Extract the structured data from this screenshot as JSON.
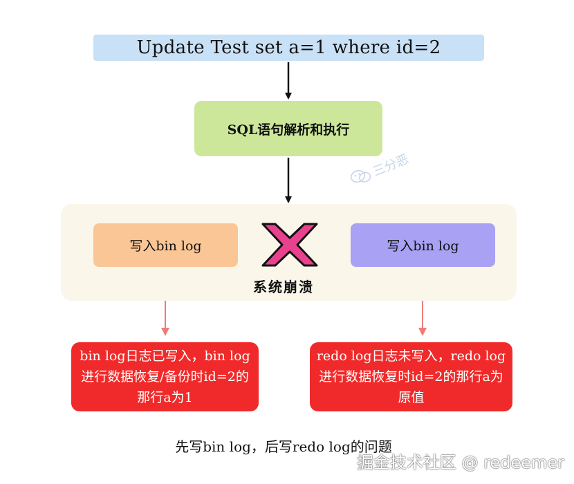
{
  "sql_statement": "Update Test set a=1 where id=2",
  "parse_step": "SQL语句解析和执行",
  "write_bin_log_first": "写入bin log",
  "write_bin_log_second": "写入bin log",
  "crash_label": "系统崩溃",
  "result_left": "bin log日志已写入，bin log进行数据恢复/备份时id=2的那行a为1",
  "result_right": "redo log日志未写入，redo log进行数据恢复时id=2的那行a为原值",
  "caption": "先写bin log，后写redo log的问题",
  "watermark_top": "三分恶",
  "watermark_bottom": "掘金技术社区 @ redeemer",
  "colors": {
    "sql_box": "#c9e1f6",
    "parse_box": "#cde79a",
    "panel": "#faf6ea",
    "write_first": "#fbc695",
    "write_second": "#a9a1f4",
    "result": "#f02a2a",
    "red_arrow": "#f07a7a",
    "cross": "#e8418e"
  }
}
